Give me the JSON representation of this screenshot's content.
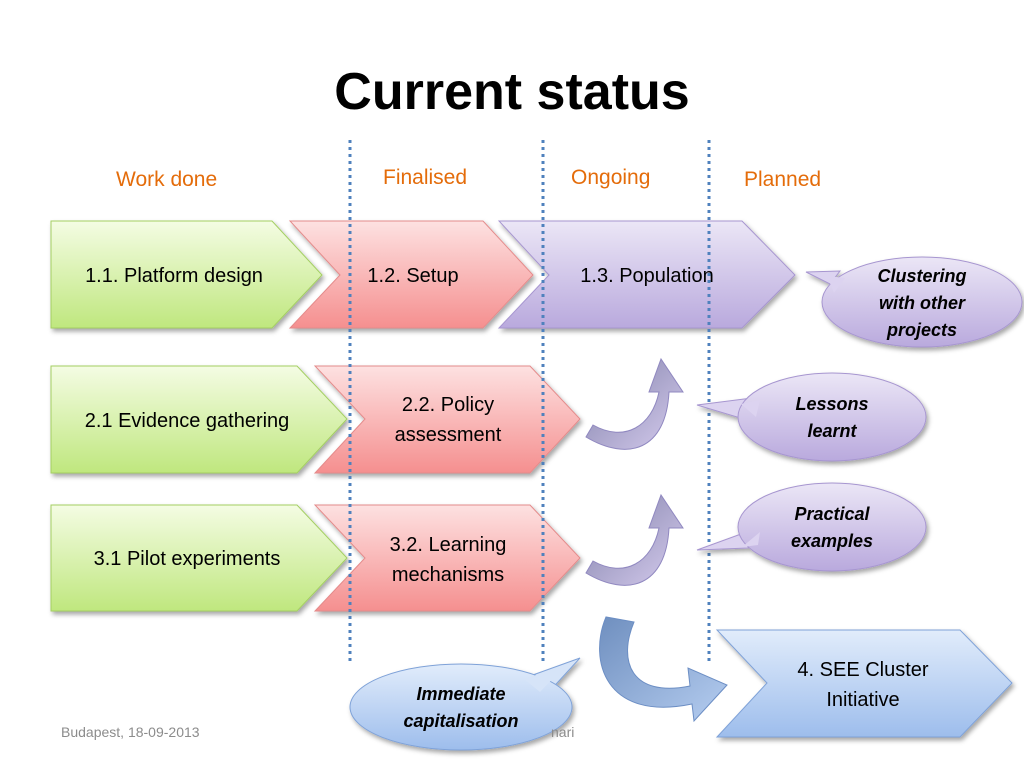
{
  "slide": {
    "title": "Current status"
  },
  "columns": {
    "work_done": "Work done",
    "finalised": "Finalised",
    "ongoing": "Ongoing",
    "planned": "Planned"
  },
  "shapes": {
    "platform_design": "1.1. Platform design",
    "setup": "1.2. Setup",
    "population": "1.3. Population",
    "evidence_gathering": "2.1 Evidence gathering",
    "policy_assessment_l1": "2.2. Policy",
    "policy_assessment_l2": "assessment",
    "pilot_experiments": "3.1 Pilot experiments",
    "learning_mechanisms_l1": "3.2. Learning",
    "learning_mechanisms_l2": "mechanisms",
    "see_cluster_l1": "4. SEE Cluster",
    "see_cluster_l2": "Initiative"
  },
  "callouts": {
    "clustering_l1": "Clustering",
    "clustering_l2": "with other",
    "clustering_l3": "projects",
    "lessons_l1": "Lessons",
    "lessons_l2": "learnt",
    "practical_l1": "Practical",
    "practical_l2": "examples",
    "immediate_l1": "Immediate",
    "immediate_l2": "capitalisation"
  },
  "footer": {
    "location_date": "Budapest, 18-09-2013",
    "author_fragment": "nari"
  },
  "colors": {
    "green_fill": "#cfee9a",
    "red_fill": "#f9a9a9",
    "purple_fill": "#cbbfe6",
    "blue_fill": "#b3cdf2",
    "divider": "#4f81bd",
    "label_orange": "#e46c0a"
  }
}
